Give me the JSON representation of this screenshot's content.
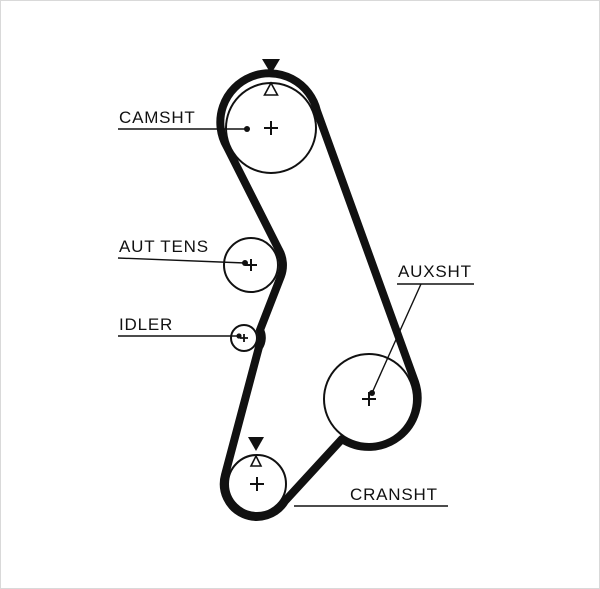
{
  "diagram": {
    "kind": "timing-belt-routing",
    "background_color": "#ffffff",
    "line_color": "#111111",
    "labels": {
      "camshaft": "CAMSHT",
      "tensioner": "AUT TENS",
      "idler": "IDLER",
      "auxiliary_shaft": "AUXSHT",
      "crankshaft": "CRANSHT"
    }
  }
}
